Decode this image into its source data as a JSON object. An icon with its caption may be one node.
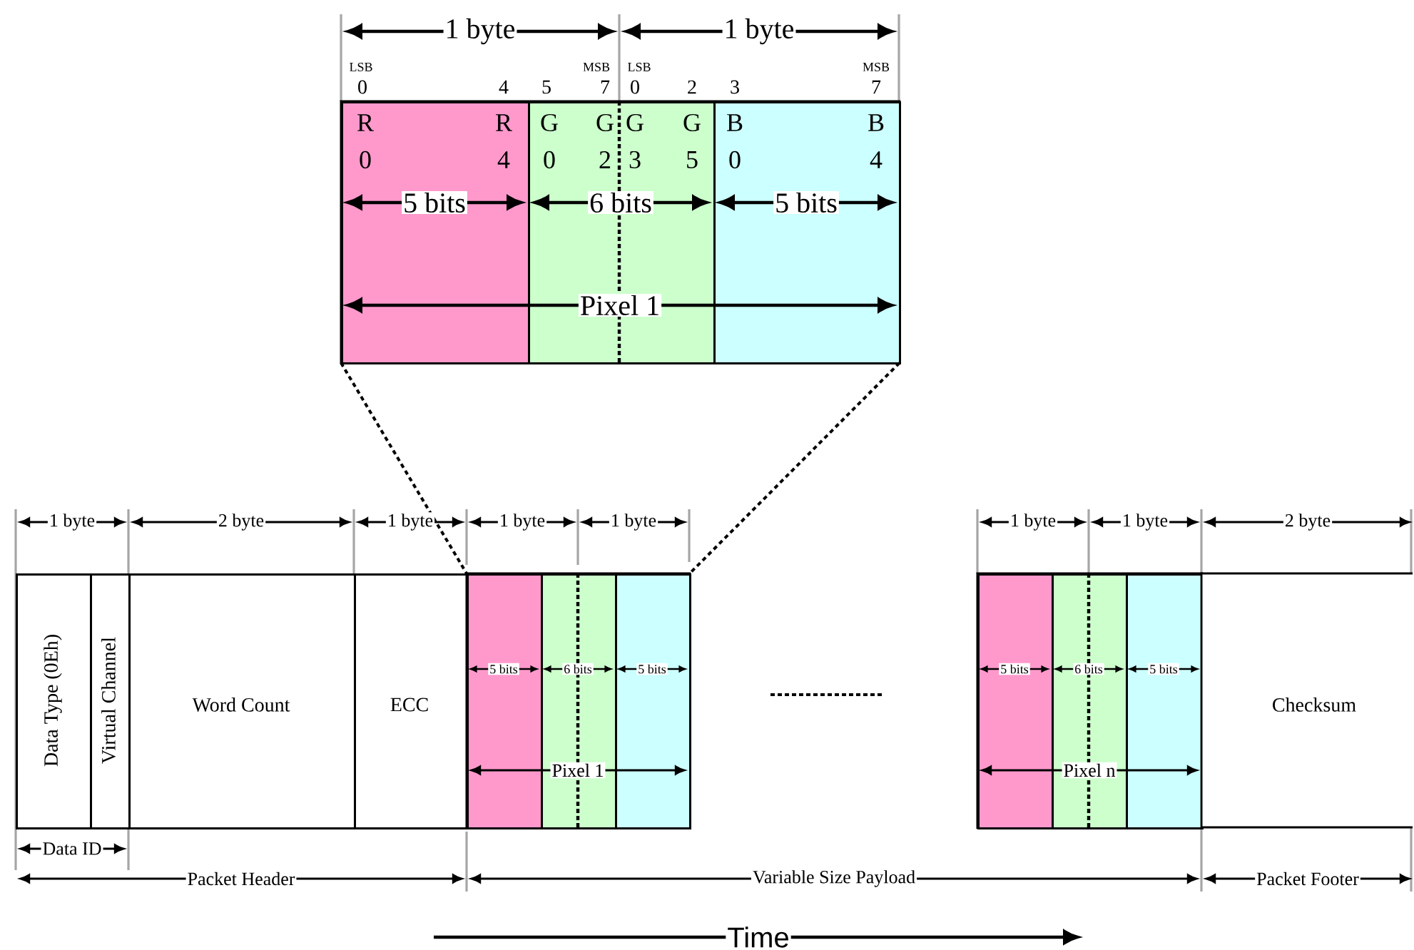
{
  "diagram": {
    "nodes": [
      {
        "text": [],
        "shape": "box"
      },
      {
        "text": [
          "R",
          "R",
          "0",
          "4"
        ],
        "in": 0
      },
      {
        "text": [
          "G",
          "G",
          "G",
          "G",
          "0",
          "2",
          "3",
          "5"
        ],
        "in": 0
      },
      {
        "text": [
          "B",
          "B",
          "0",
          "4"
        ],
        "in": 0
      },
      {
        "text": [
          "Data Type (0Eh)"
        ]
      },
      {
        "text": [
          "Virtual Channel"
        ]
      },
      {
        "text": [
          "Word Count"
        ]
      },
      {
        "text": [
          "ECC"
        ]
      },
      {
        "text": [],
        "shape": "box"
      },
      {
        "text": [],
        "shape": "box",
        "in": 8
      },
      {
        "text": [],
        "shape": "box",
        "in": 8
      },
      {
        "text": [],
        "shape": "box",
        "in": 8
      },
      {
        "text": [],
        "shape": "box"
      },
      {
        "text": [],
        "shape": "box",
        "in": 12
      },
      {
        "text": [],
        "shape": "box",
        "in": 12
      },
      {
        "text": [],
        "shape": "box",
        "in": 12
      },
      {
        "text": [
          "Checksum"
        ]
      }
    ],
    "edges": [
      {
        "from": 0,
        "to": 8,
        "arrow": "none",
        "style": "dashed"
      },
      {
        "from": 0,
        "to": 8,
        "arrow": "none",
        "style": "dashed"
      }
    ],
    "labels": [
      "1 byte",
      "1 byte",
      "LSB",
      "MSB",
      "LSB",
      "MSB",
      "0",
      "4",
      "5",
      "7",
      "0",
      "2",
      "3",
      "7",
      "5 bits",
      "6 bits",
      "5 bits",
      "Pixel 1",
      "1 byte",
      "2 byte",
      "1 byte",
      "1 byte",
      "1 byte",
      "1 byte",
      "1 byte",
      "2 byte",
      "5 bits",
      "6 bits",
      "5 bits",
      "Pixel 1",
      "5 bits",
      "6 bits",
      "5 bits",
      "Pixel n",
      "Data ID",
      "Packet Header",
      "Variable Size Payload",
      "Packet Footer",
      "Time"
    ]
  }
}
